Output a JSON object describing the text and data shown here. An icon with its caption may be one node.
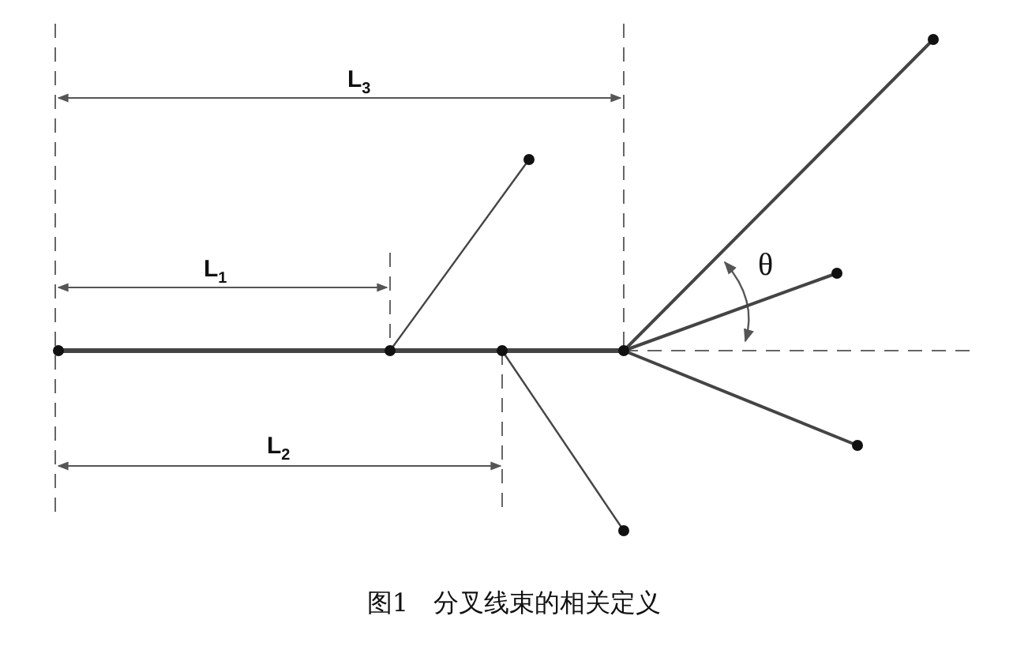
{
  "diagram": {
    "caption": "图1　分叉线束的相关定义",
    "labels": [
      "L$_{3}$",
      "L$_{1}$",
      "θ",
      "L$_{2}$"
    ]
  }
}
